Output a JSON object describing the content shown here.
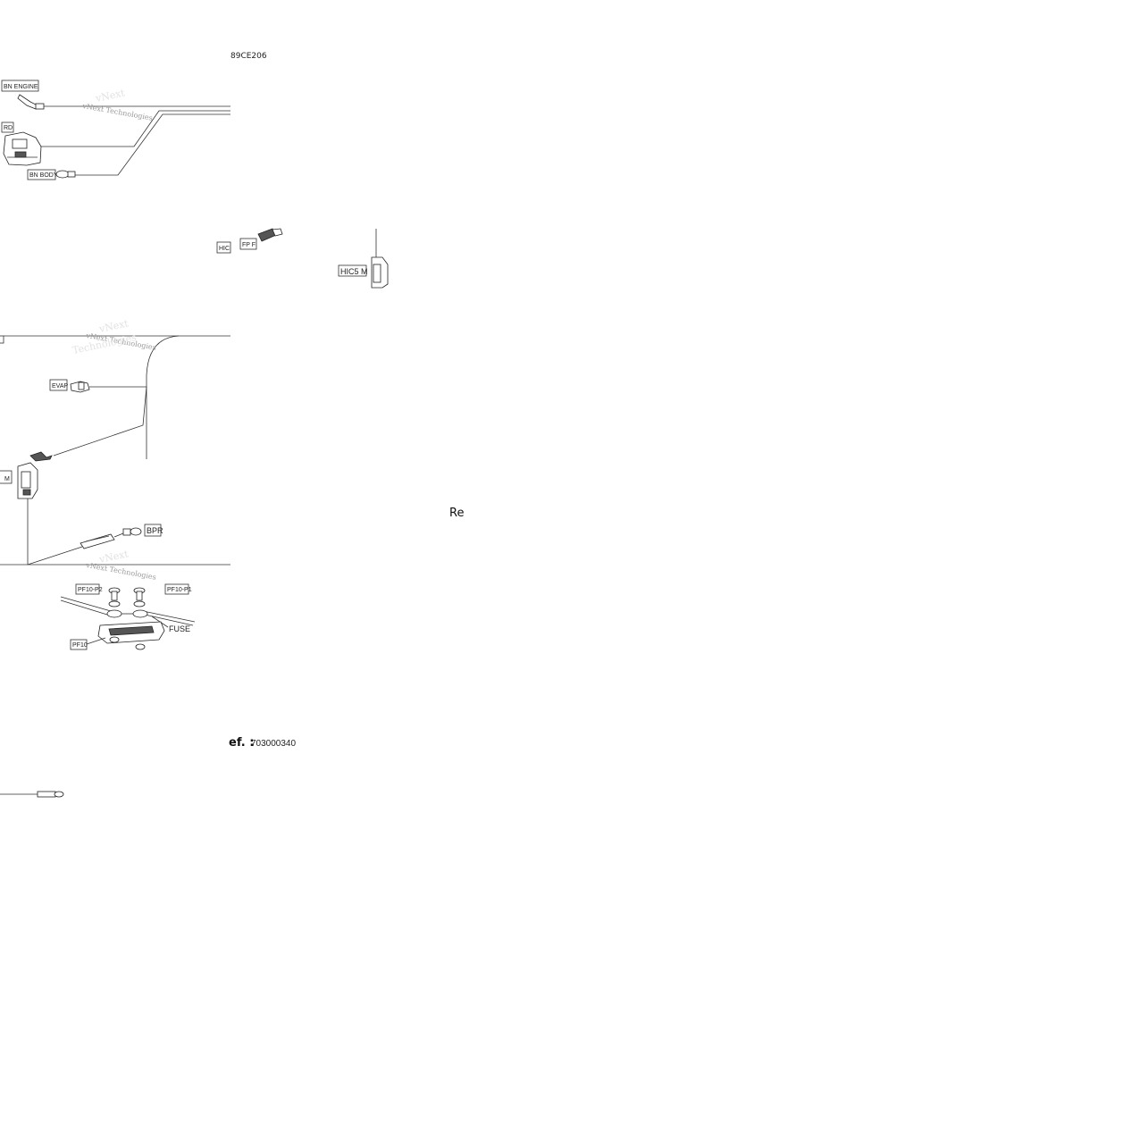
{
  "diagram": {
    "code": "89CE206",
    "labels": {
      "bn_engine": "BN ENGINE",
      "rd": "RD",
      "bn_body": "BN BODY",
      "hic_cut": "HIC",
      "fp_f": "FP F",
      "hic5_m": "HIC5 M",
      "evap": "EVAP",
      "m_cut": "M",
      "bpr": "BPR",
      "pf10_p2": "PF10-P2",
      "pf10_p1": "PF10-P1",
      "fuse": "FUSE",
      "pf10": "PF10"
    },
    "watermarks": [
      "vNext Technologies",
      "vNext Technologies",
      "vNext Technologies"
    ],
    "re_fragment": "Re",
    "ref": {
      "label": "ef. :",
      "number": "703000340"
    }
  },
  "colors": {
    "line": "#333333",
    "watermark": "#9a9a9a",
    "background": "#ffffff"
  }
}
